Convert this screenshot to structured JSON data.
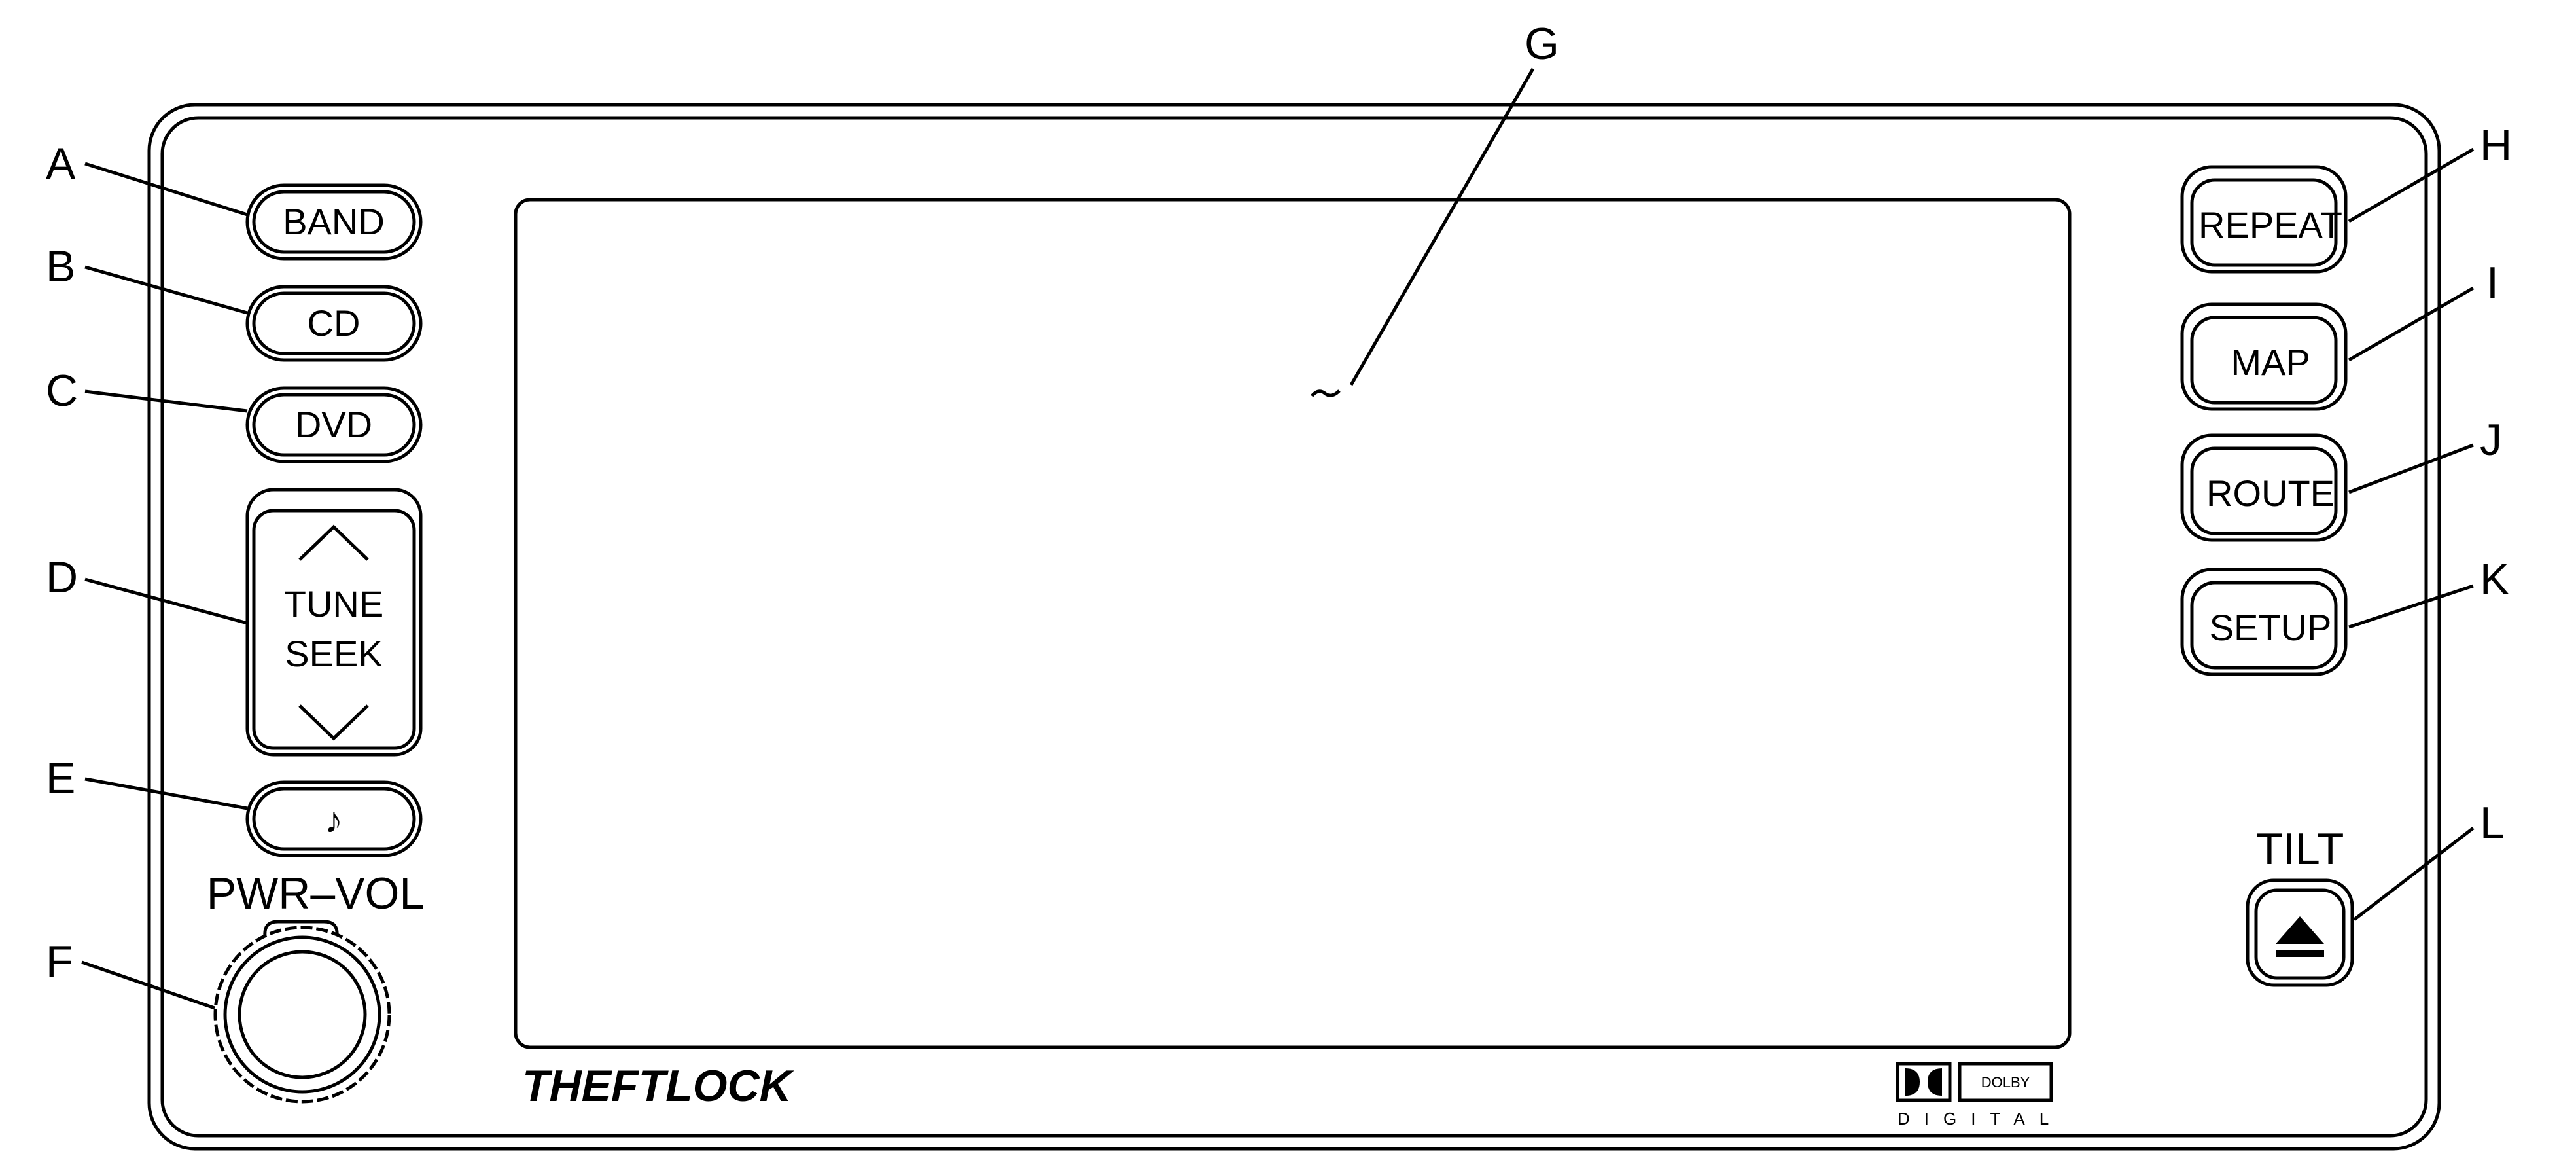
{
  "callouts": {
    "A": "A",
    "B": "B",
    "C": "C",
    "D": "D",
    "E": "E",
    "F": "F",
    "G": "G",
    "H": "H",
    "I": "I",
    "J": "J",
    "K": "K",
    "L": "L"
  },
  "buttons": {
    "band": "BAND",
    "cd": "CD",
    "dvd": "DVD",
    "tune": "TUNE",
    "seek": "SEEK",
    "music": "♪",
    "repeat": "REPEAT",
    "map": "MAP",
    "route": "ROUTE",
    "setup": "SETUP"
  },
  "labels": {
    "pwr_vol": "PWR–VOL",
    "tilt": "TILT",
    "theftlock": "THEFTLOCK",
    "dolby": "DOLBY",
    "digital": "DIGITAL"
  },
  "icons": {
    "tune_up": "chevron-up-icon",
    "tune_down": "chevron-down-icon",
    "eject": "eject-icon",
    "dolby": "dolby-double-d-logo"
  }
}
